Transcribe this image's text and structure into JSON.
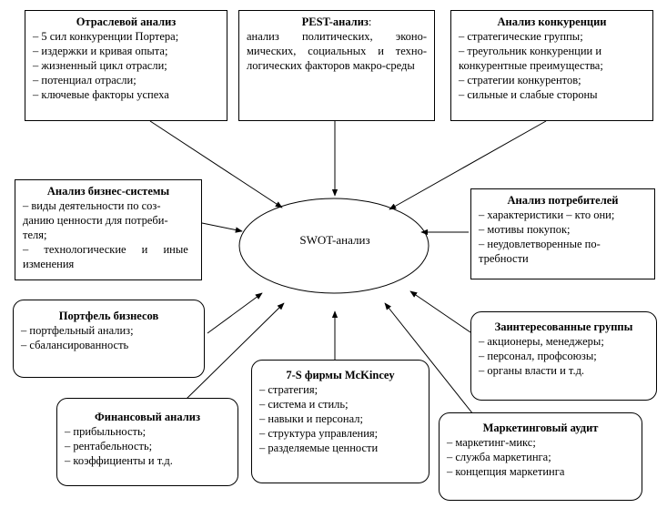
{
  "center": {
    "label": "SWOT-анализ"
  },
  "boxes": {
    "industry": {
      "title": "Отраслевой анализ",
      "items": [
        "– 5 сил конкуренции Портера;",
        "– издержки и кривая опыта;",
        "– жизненный цикл отрасли;",
        "– потенциал отрасли;",
        "– ключевые факторы успеха"
      ]
    },
    "pest": {
      "title": "PEST-анализ",
      "title_suffix": ":",
      "text": "анализ политических, эконо-мических, социальных и техно-логических факторов макро-среды"
    },
    "competition": {
      "title": "Анализ конкуренции",
      "items": [
        "– стратегические группы;",
        "– треугольник конкуренции и",
        "конкурентные преимущества;",
        "– стратегии конкурентов;",
        "– сильные и слабые стороны"
      ]
    },
    "business_system": {
      "title": "Анализ бизнес-системы",
      "items": [
        "– виды деятельности по соз-",
        "данию ценности для потреби-",
        "теля;",
        "– технологические и иные",
        "изменения"
      ]
    },
    "consumers": {
      "title": "Анализ потребителей",
      "items": [
        "– характеристики – кто они;",
        "– мотивы покупок;",
        "– неудовлетворенные по-",
        "требности"
      ]
    },
    "portfolio": {
      "title": "Портфель бизнесов",
      "items": [
        "– портфельный анализ;",
        "– сбалансированность"
      ]
    },
    "stakeholders": {
      "title": "Заинтересованные группы",
      "items": [
        "– акционеры, менеджеры;",
        "– персонал, профсоюзы;",
        "– органы власти и т.д."
      ]
    },
    "financial": {
      "title": "Финансовый анализ",
      "items": [
        "– прибыльность;",
        "– рентабельность;",
        "– коэффициенты и т.д."
      ]
    },
    "mckinsey": {
      "title": "7-S фирмы McKincey",
      "items": [
        "– стратегия;",
        "– система и стиль;",
        "– навыки и персонал;",
        "– структура управления;",
        "– разделяемые ценности"
      ]
    },
    "marketing_audit": {
      "title": "Маркетинговый аудит",
      "items": [
        "– маркетинг-микс;",
        "– служба маркетинга;",
        "– концепция маркетинга"
      ]
    }
  }
}
